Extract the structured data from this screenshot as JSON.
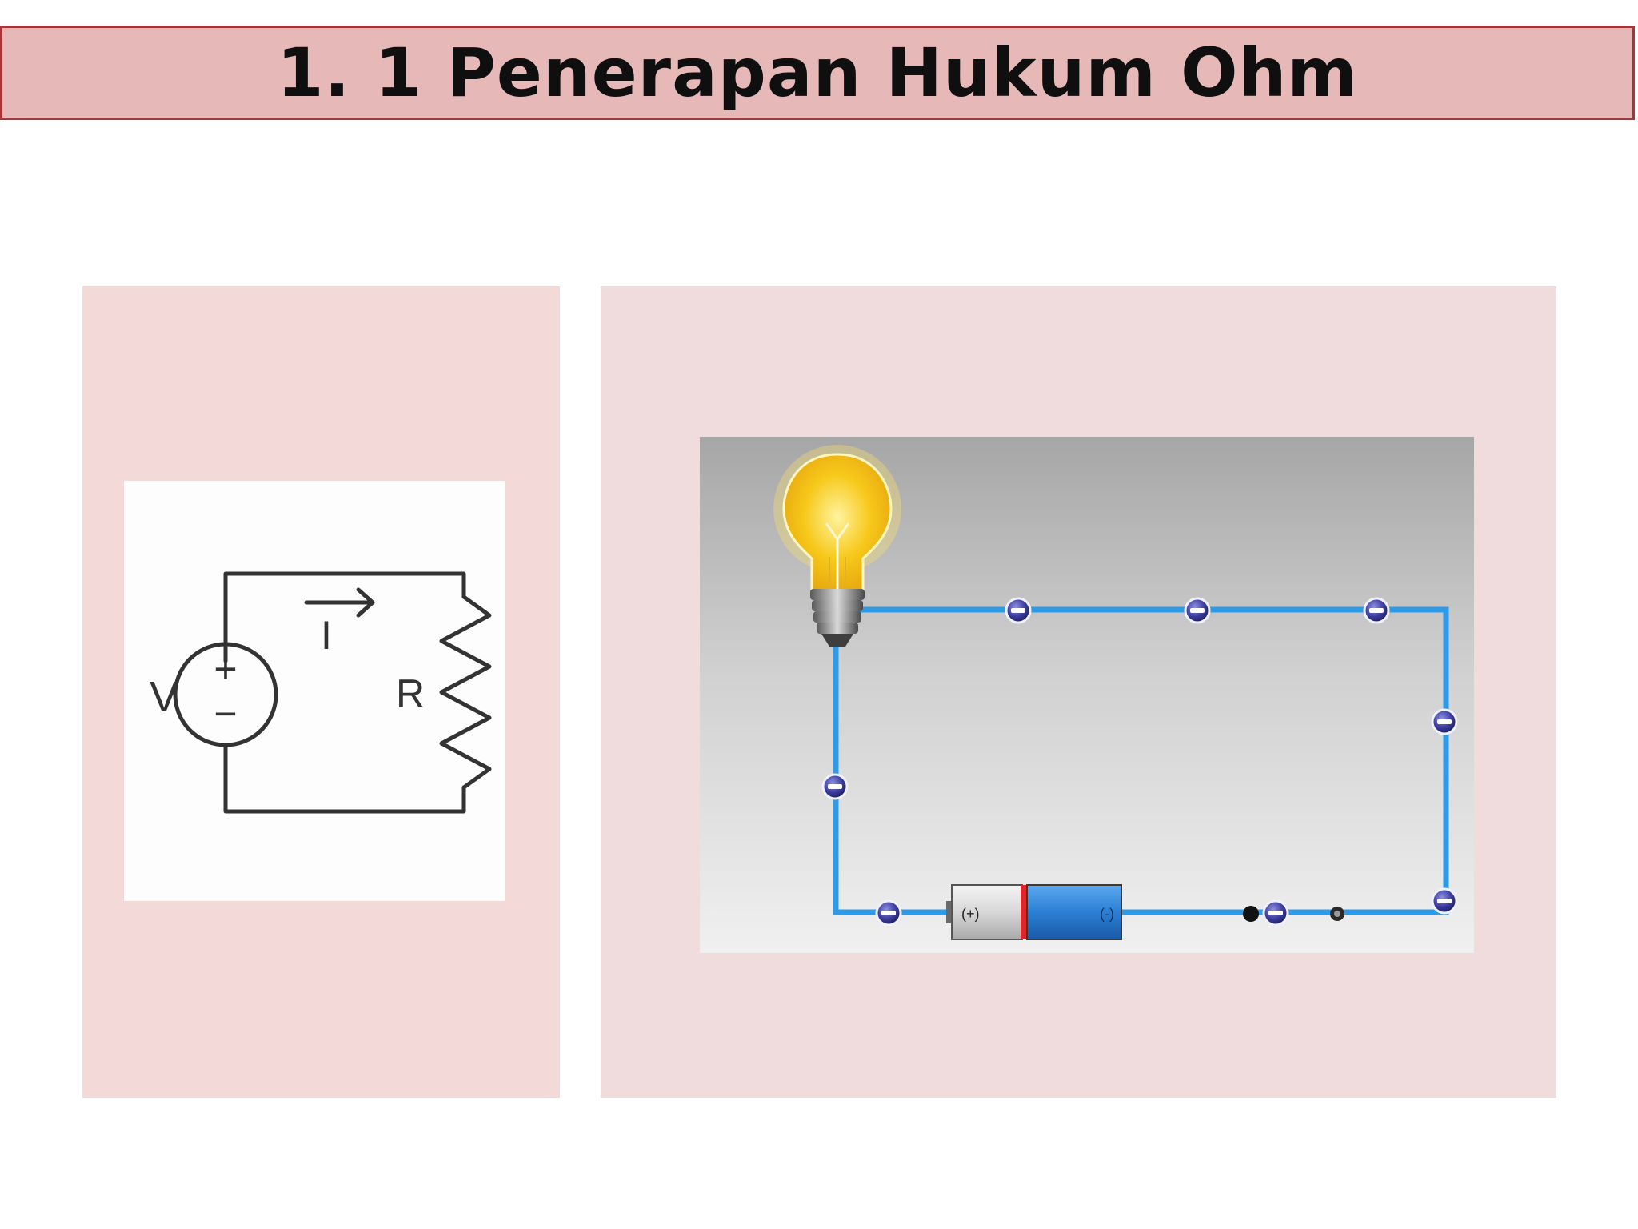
{
  "title": "1. 1 Penerapan Hukum Ohm",
  "schematic": {
    "voltage_label": "V",
    "current_label": "I",
    "resistor_label": "R",
    "plus_sign": "+",
    "minus_sign": "−"
  },
  "simulation": {
    "battery_positive_label": "(+)",
    "battery_negative_label": "(-)",
    "electron_symbol": "−",
    "colors": {
      "wire": "#2f9ae6",
      "bulb": "#f7c91c",
      "electron": "#3d3ea0",
      "battery_body": "#2b7fd4",
      "battery_stripe": "#e0262a"
    }
  }
}
